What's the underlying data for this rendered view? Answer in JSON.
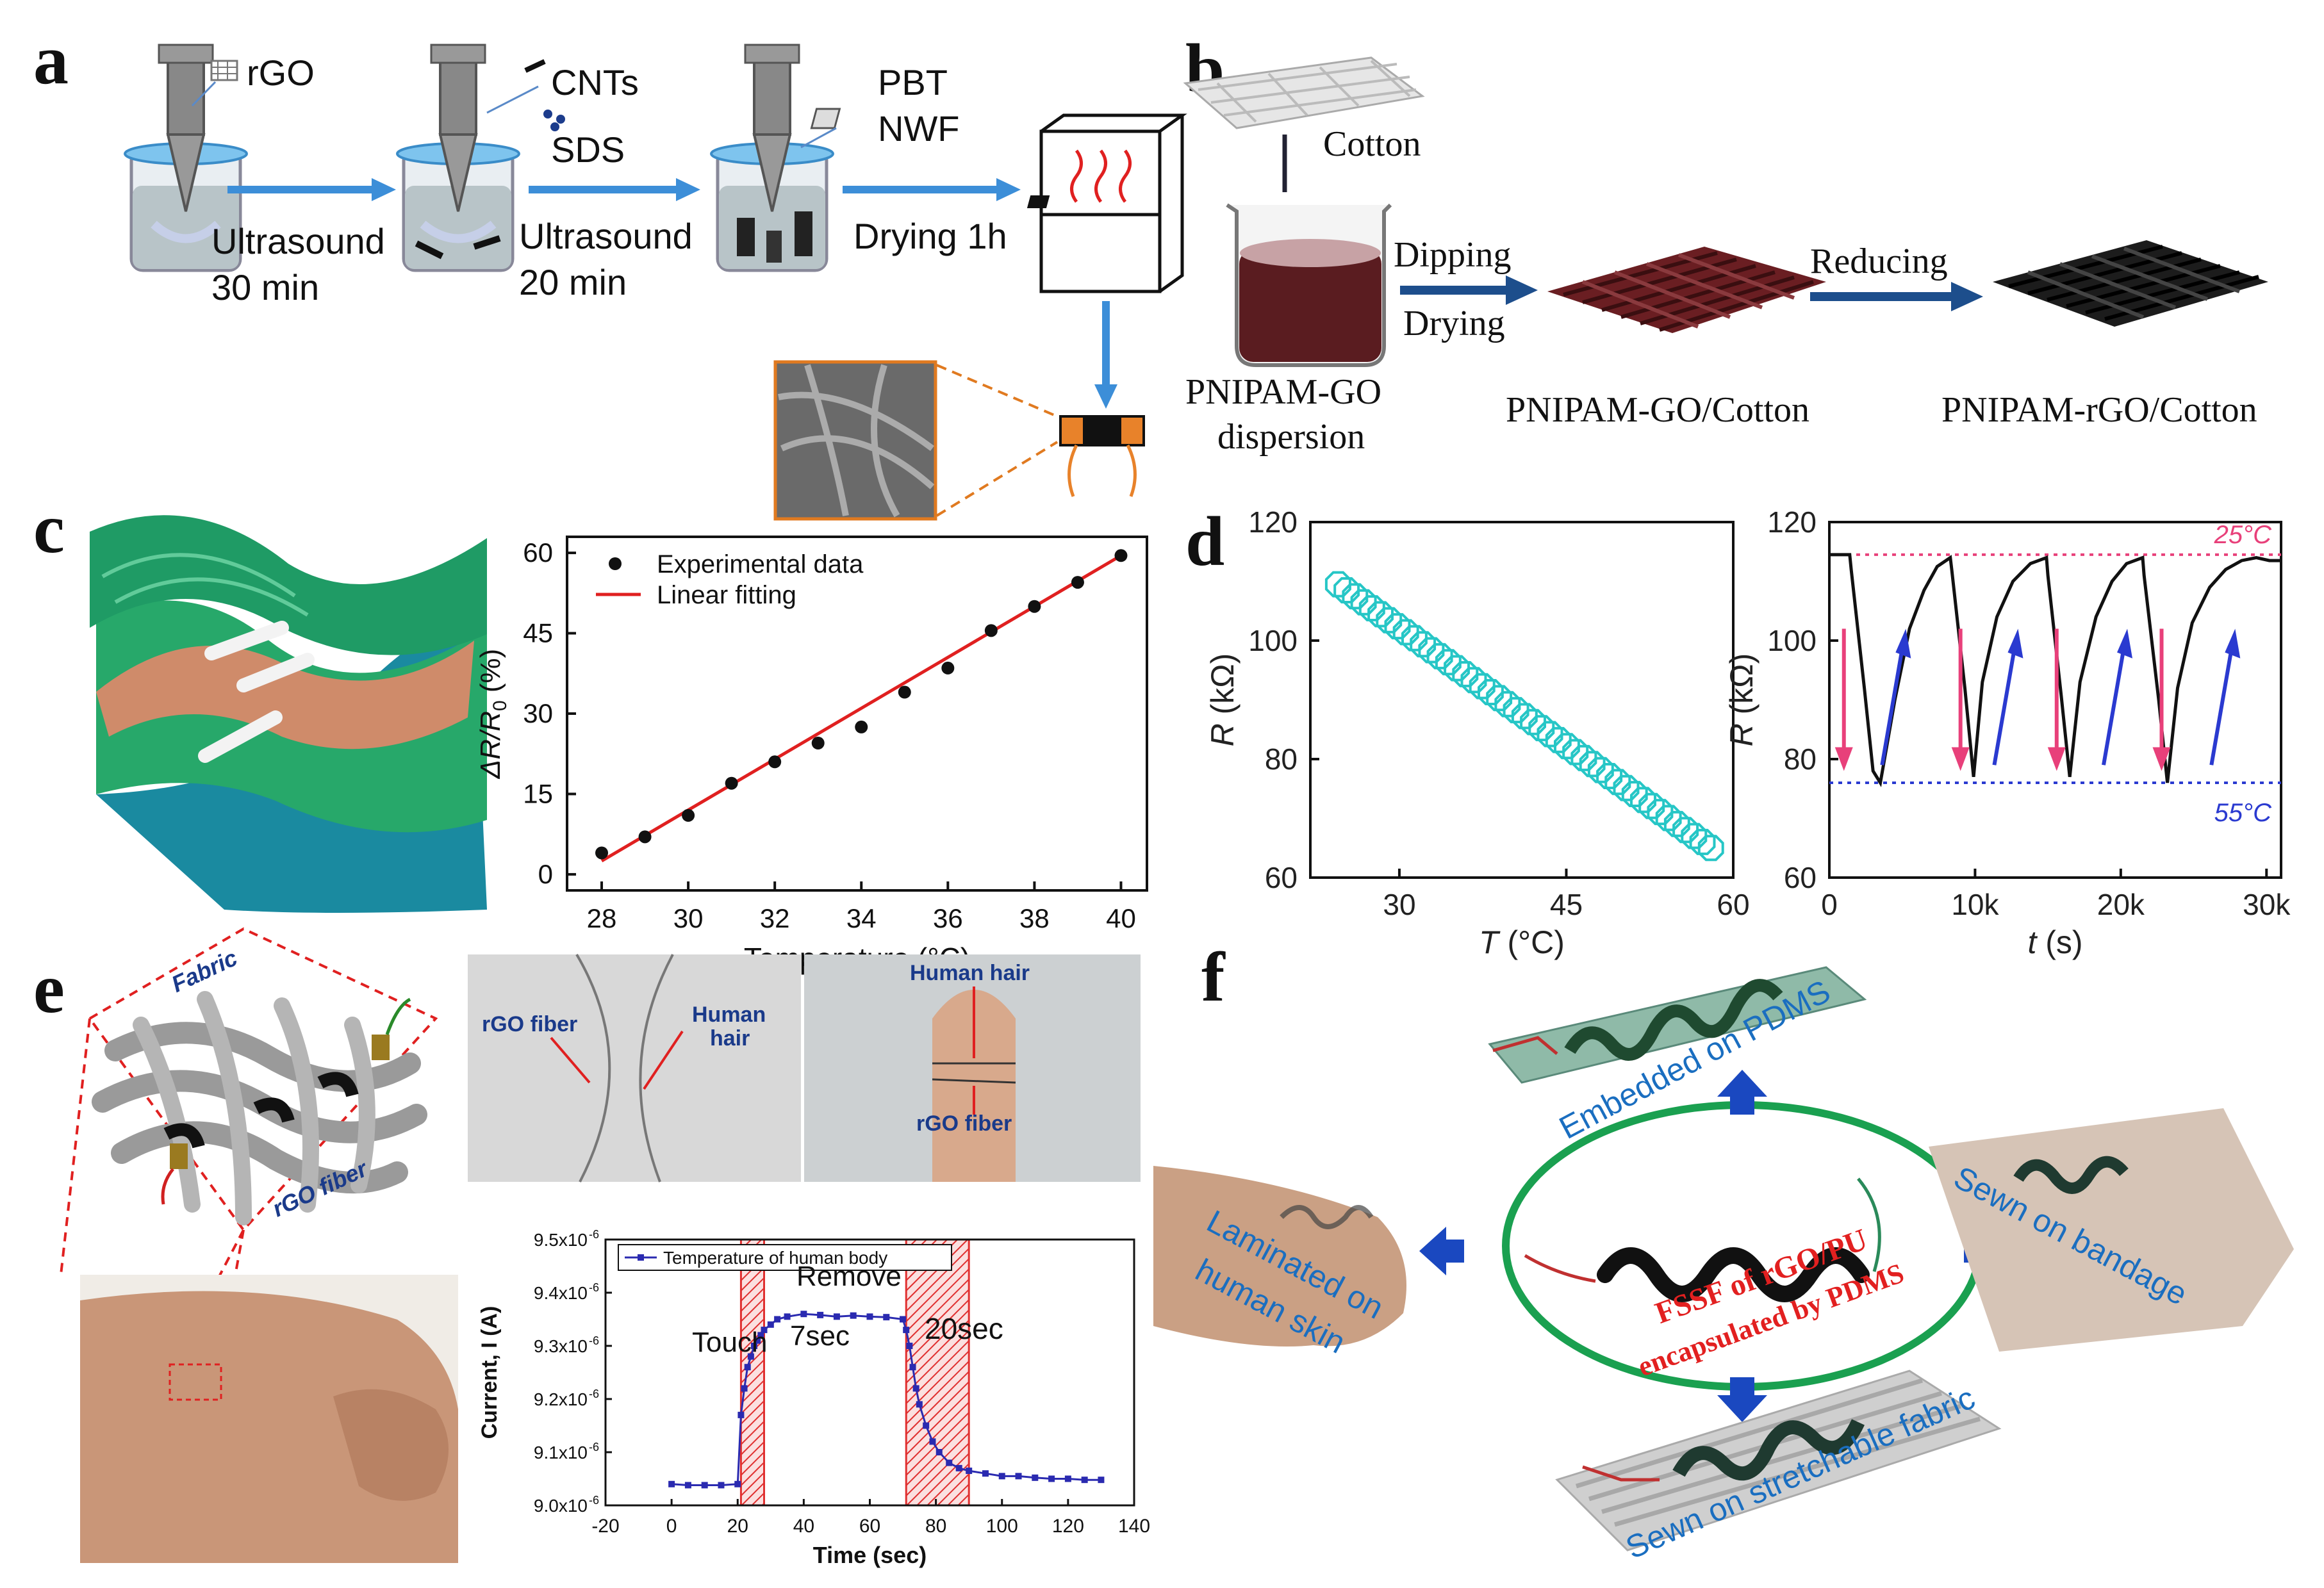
{
  "panels": {
    "a": {
      "label": "a",
      "materials": {
        "rgo": "rGO",
        "cnts": "CNTs",
        "sds": "SDS",
        "pbt": "PBT",
        "nwf": "NWF"
      },
      "steps": [
        {
          "line1": "Ultrasound",
          "line2": "30 min"
        },
        {
          "line1": "Ultrasound",
          "line2": "20 min"
        },
        {
          "line1": "Drying 1h",
          "line2": ""
        }
      ]
    },
    "b": {
      "label": "b",
      "cotton": "Cotton",
      "dispersion": [
        "PNIPAM-GO",
        "dispersion"
      ],
      "arrow1": [
        "Dipping",
        "Drying"
      ],
      "arrow2": "Reducing",
      "product1": "PNIPAM-GO/Cotton",
      "product2": "PNIPAM-rGO/Cotton"
    },
    "c": {
      "label": "c",
      "legend": [
        "Experimental data",
        "Linear fitting"
      ],
      "xlabel": "Temperature (°C)",
      "ylabel_main": "ΔR/R",
      "ylabel_sub": "0",
      "ylabel_unit": " (%)"
    },
    "d": {
      "label": "d",
      "left_xlabel_var": "T",
      "left_xlabel_unit": " (°C)",
      "ylabel_var": "R",
      "ylabel_unit": " (kΩ)",
      "right_xlabel_var": "t",
      "right_xlabel_unit": " (s)",
      "line_25": "25°C",
      "line_55": "55°C"
    },
    "e": {
      "label": "e",
      "fabric": "Fabric",
      "rgo_fiber_sketch": "rGO fiber",
      "photo1_left": "rGO fiber",
      "photo1_right": [
        "Human",
        "hair"
      ],
      "photo2_top": "Human hair",
      "photo2_bottom": "rGO fiber",
      "chart_legend": "Temperature of human body",
      "chart_ylabel": "Current, I (A)",
      "chart_xlabel": "Time (sec)",
      "annot_touch": "Touch",
      "annot_remove": "Remove",
      "annot_7sec": "7sec",
      "annot_20sec": "20sec"
    },
    "f": {
      "label": "f",
      "center": [
        "FSSF of rGO/PU",
        "encapsulated by PDMS"
      ],
      "top": "Embedded on PDMS",
      "right": "Sewn on bandage",
      "left": [
        "Laminated on",
        "human skin"
      ],
      "bottom": "Sewn on stretchable fabric"
    }
  },
  "chart_data": [
    {
      "type": "scatter",
      "panel": "c",
      "title": "",
      "xlabel": "Temperature (°C)",
      "ylabel": "ΔR/R0 (%)",
      "xlim": [
        27.2,
        40.6
      ],
      "ylim": [
        -3,
        63
      ],
      "xticks": [
        28,
        30,
        32,
        34,
        36,
        38,
        40
      ],
      "yticks": [
        0,
        15,
        30,
        45,
        60
      ],
      "series": [
        {
          "name": "Experimental data",
          "x": [
            28,
            29,
            30,
            31,
            32,
            33,
            34,
            35,
            36,
            37,
            38,
            39,
            40
          ],
          "y": [
            4,
            7,
            11,
            17,
            21,
            24.5,
            27.5,
            34,
            38.5,
            45.5,
            50,
            54.5,
            59.5
          ]
        },
        {
          "name": "Linear fitting",
          "x": [
            28,
            40
          ],
          "y": [
            2.5,
            59.5
          ]
        }
      ],
      "legend": "top-left"
    },
    {
      "type": "scatter",
      "panel": "d-left",
      "xlabel": "T (°C)",
      "ylabel": "R (kΩ)",
      "xlim": [
        22,
        60
      ],
      "ylim": [
        60,
        120
      ],
      "xticks": [
        30,
        45,
        60
      ],
      "yticks": [
        60,
        80,
        100,
        120
      ],
      "series": [
        {
          "name": "",
          "x_start": 24.5,
          "x_end": 58,
          "count": 45,
          "y_start": 109.5,
          "y_end": 65
        }
      ]
    },
    {
      "type": "line",
      "panel": "d-right",
      "xlabel": "t (s)",
      "ylabel": "R (kΩ)",
      "xlim": [
        0,
        31000
      ],
      "ylim": [
        60,
        120
      ],
      "xticks": [
        0,
        10000,
        20000,
        30000
      ],
      "xticklabels": [
        "0",
        "10k",
        "20k",
        "30k"
      ],
      "yticks": [
        60,
        80,
        100,
        120
      ],
      "hlines": [
        {
          "label": "25°C",
          "y": 114.5
        },
        {
          "label": "55°C",
          "y": 76
        }
      ],
      "x": [
        0,
        1400,
        1500,
        2400,
        3000,
        3500,
        4500,
        5500,
        6500,
        7400,
        8300,
        8400,
        9300,
        9900,
        10500,
        11500,
        12600,
        13800,
        14900,
        15000,
        15900,
        16500,
        17200,
        18300,
        19400,
        20400,
        21500,
        21600,
        22600,
        23200,
        23900,
        24900,
        26100,
        27200,
        28300,
        29300,
        30200,
        31000
      ],
      "y": [
        114.5,
        114.5,
        112,
        92,
        78,
        76,
        90,
        102,
        108.5,
        112.5,
        114,
        112,
        92,
        77,
        93,
        104,
        110,
        113,
        114,
        111,
        91,
        77,
        93,
        104,
        110,
        113,
        114,
        111,
        90,
        76,
        92,
        103,
        109,
        112,
        113.5,
        114,
        113.5,
        113.5
      ],
      "arrows": [
        {
          "x": 1000,
          "dir": "down"
        },
        {
          "x": 4500,
          "dir": "up"
        },
        {
          "x": 9000,
          "dir": "down"
        },
        {
          "x": 12200,
          "dir": "up"
        },
        {
          "x": 15600,
          "dir": "down"
        },
        {
          "x": 19700,
          "dir": "up"
        },
        {
          "x": 22800,
          "dir": "down"
        },
        {
          "x": 27100,
          "dir": "up"
        }
      ]
    },
    {
      "type": "line",
      "panel": "e",
      "xlabel": "Time (sec)",
      "ylabel": "Current, I (A)",
      "xlim": [
        -20,
        140
      ],
      "ylim": [
        9e-06,
        9.5e-06
      ],
      "xticks": [
        -20,
        0,
        20,
        40,
        60,
        80,
        100,
        120,
        140
      ],
      "yticks": [
        9e-06,
        9.1e-06,
        9.2e-06,
        9.3e-06,
        9.4e-06,
        9.5e-06
      ],
      "yticklabels": [
        "9.0x10",
        "9.1x10",
        "9.2x10",
        "9.3x10",
        "9.4x10",
        "9.5x10"
      ],
      "shaded_regions": [
        [
          21,
          28
        ],
        [
          71,
          90
        ]
      ],
      "series": [
        {
          "name": "Temperature of human body",
          "x": [
            0,
            5,
            10,
            15,
            20,
            21,
            22,
            23,
            24,
            25,
            26,
            27,
            28,
            30,
            32,
            35,
            40,
            45,
            50,
            55,
            60,
            65,
            70,
            71,
            72,
            73,
            74,
            75,
            77,
            79,
            81,
            84,
            87,
            90,
            95,
            100,
            105,
            110,
            115,
            120,
            125,
            130
          ],
          "y": [
            9.04,
            9.038,
            9.038,
            9.038,
            9.04,
            9.17,
            9.22,
            9.26,
            9.28,
            9.3,
            9.31,
            9.32,
            9.33,
            9.34,
            9.35,
            9.355,
            9.36,
            9.358,
            9.355,
            9.357,
            9.355,
            9.354,
            9.35,
            9.33,
            9.3,
            9.26,
            9.22,
            9.19,
            9.15,
            9.12,
            9.1,
            9.08,
            9.07,
            9.065,
            9.06,
            9.055,
            9.055,
            9.052,
            9.05,
            9.05,
            9.048,
            9.048
          ]
        }
      ]
    }
  ]
}
